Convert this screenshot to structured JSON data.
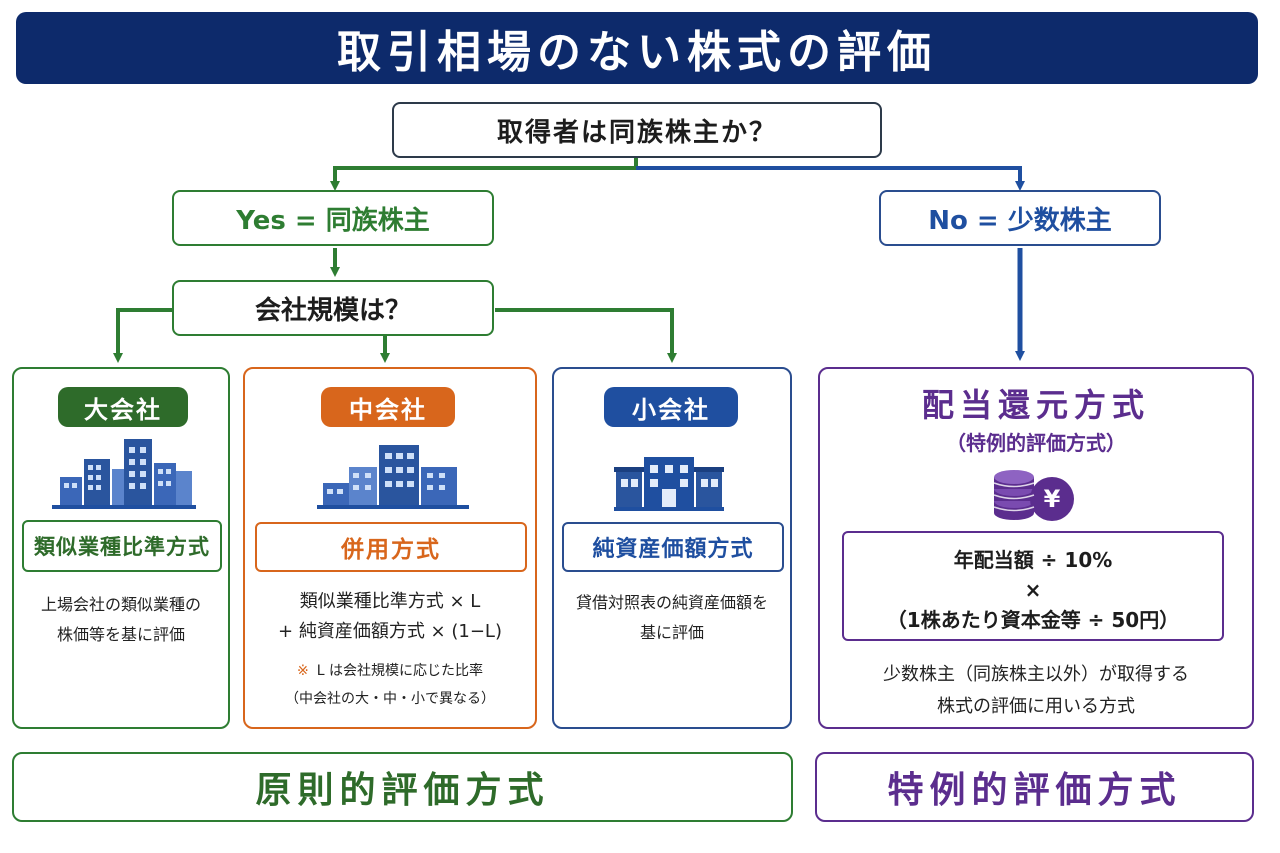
{
  "title": "取引相場のない株式の評価",
  "question": "取得者は同族株主か？",
  "yes_label": "Yes = 同族株主",
  "no_label": "No = 少数株主",
  "size_question": "会社規模は？",
  "large": {
    "badge": "大会社",
    "method": "類似業種比準方式",
    "desc_line1": "上場会社の類似業種の",
    "desc_line2": "株価等を基に評価"
  },
  "medium": {
    "badge": "中会社",
    "method": "併用方式",
    "formula_line1": "類似業種比準方式 × L",
    "formula_line2": "+ 純資産価額方式 × (1−L)",
    "note_mark": "※",
    "note_line1": "L は会社規模に応じた比率",
    "note_line2": "（中会社の大・中・小で異なる）"
  },
  "small": {
    "badge": "小会社",
    "method": "純資産価額方式",
    "desc_line1": "貸借対照表の純資産価額を",
    "desc_line2": "基に評価"
  },
  "dividend": {
    "title": "配当還元方式",
    "subtitle": "（特例的評価方式）",
    "yen_symbol": "¥",
    "formula_line1": "年配当額 ÷ 10%",
    "formula_line2": "×",
    "formula_line3": "（1株あたり資本金等 ÷ 50円）",
    "desc_line1": "少数株主（同族株主以外）が取得する",
    "desc_line2": "株式の評価に用いる方式"
  },
  "footer_left": "原則的評価方式",
  "footer_right": "特例的評価方式",
  "colors": {
    "navy": "#0d2a6b",
    "green": "#2e7d32",
    "orange": "#d8661c",
    "blue": "#1f4fa0",
    "purple": "#5b2d8e"
  }
}
